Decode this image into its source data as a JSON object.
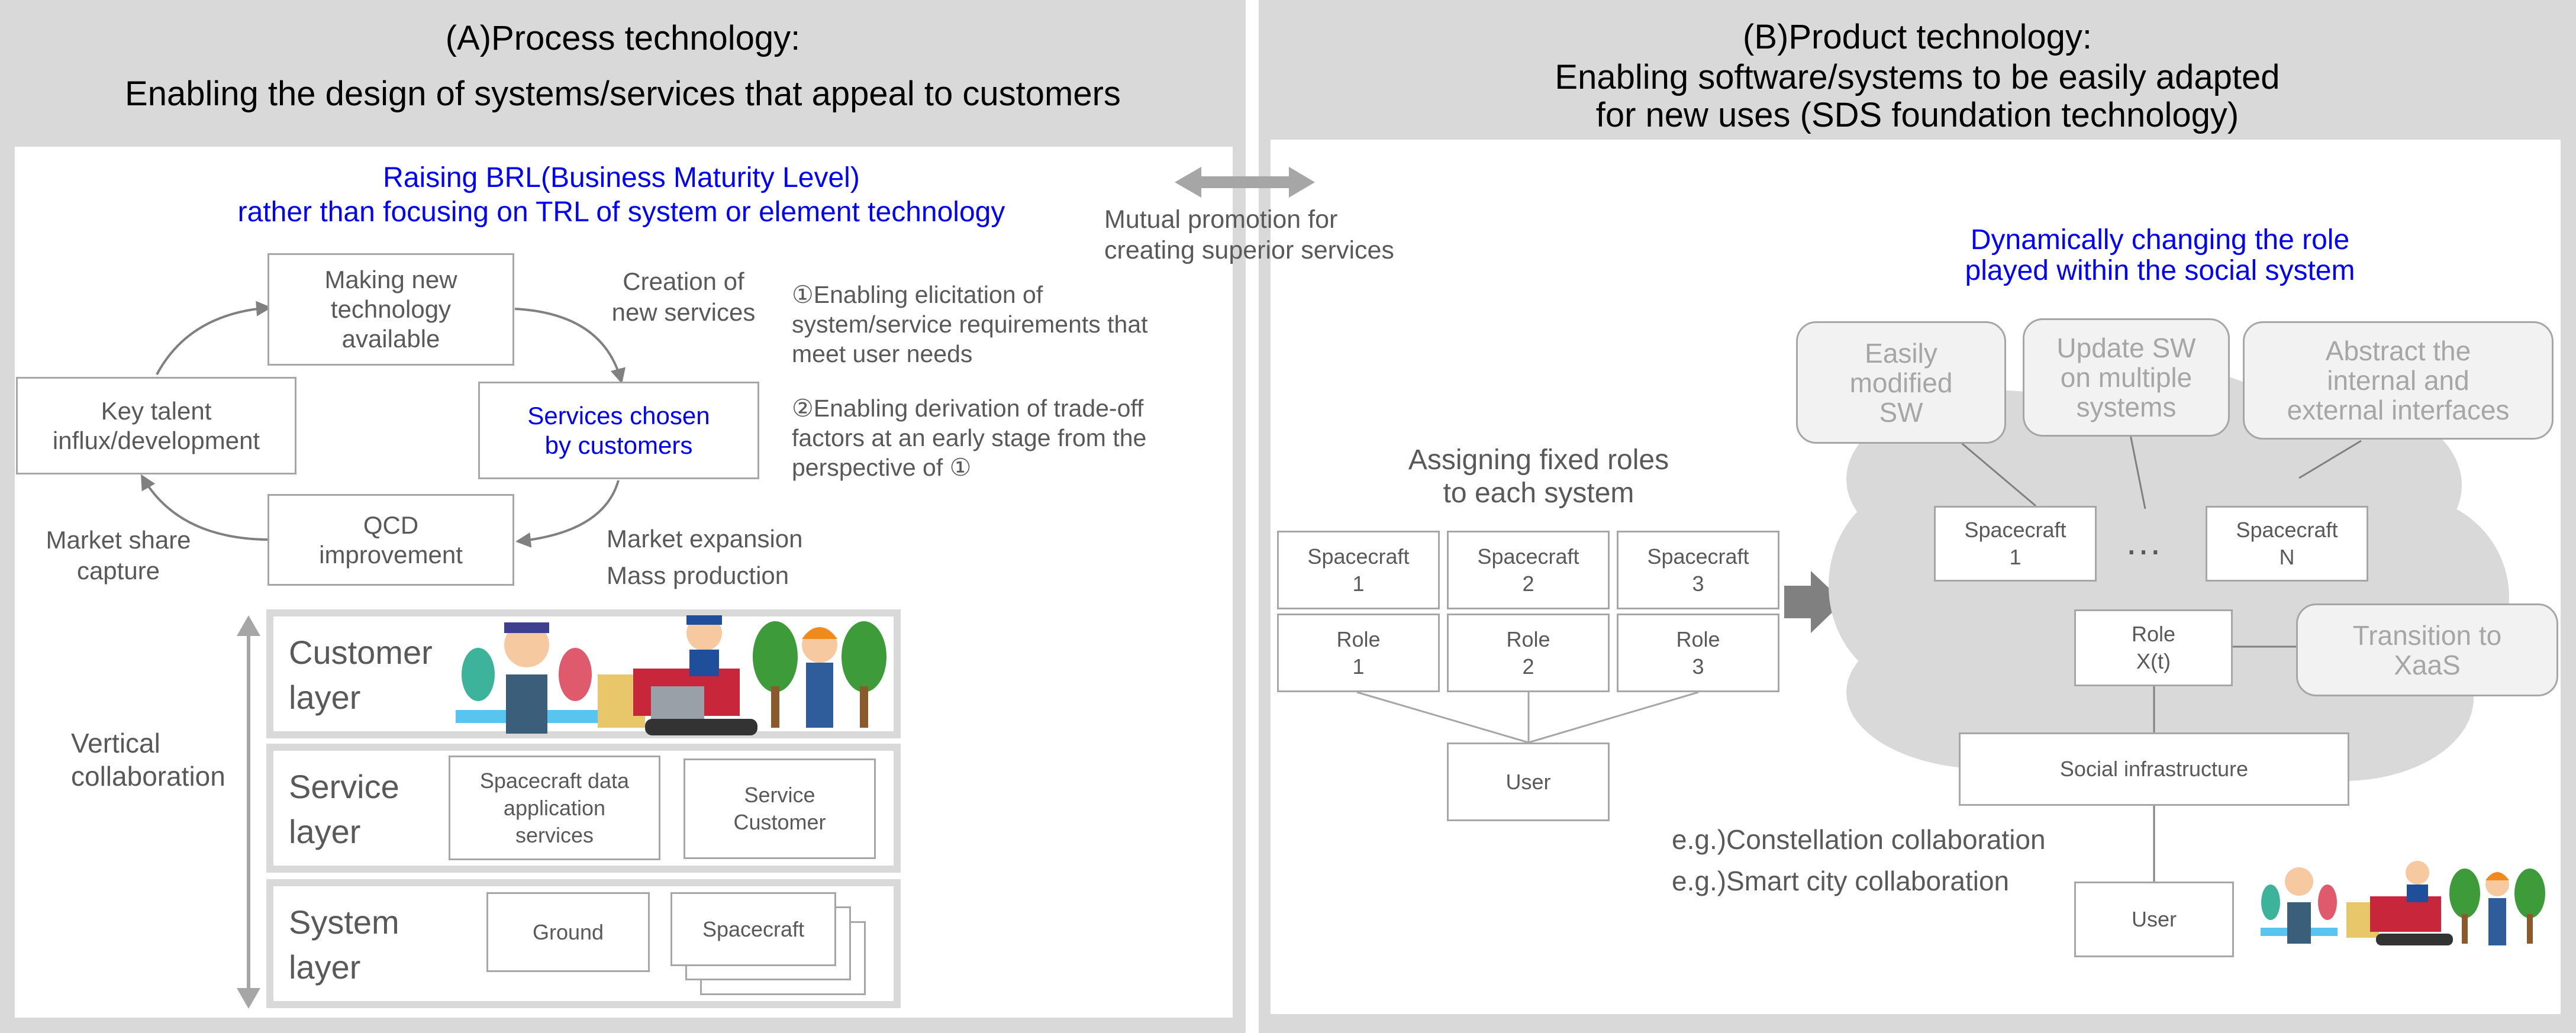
{
  "panel_a": {
    "title_line1": "(A)Process technology:",
    "title_line2": "Enabling the design of systems/services that appeal to customers",
    "brl_line1": "Raising BRL(Business Maturity Level)",
    "brl_line2": "rather than focusing on TRL of system or element technology",
    "cycle": {
      "making_new": [
        "Making new",
        "technology",
        "available"
      ],
      "services_chosen": [
        "Services chosen",
        "by customers"
      ],
      "qcd": [
        "QCD",
        "improvement"
      ],
      "key_talent": [
        "Key talent",
        "influx/development"
      ],
      "creation_label": [
        "Creation of",
        "new services"
      ],
      "market_expansion": [
        "Market expansion",
        "Mass production"
      ],
      "market_share": [
        "Market share",
        "capture"
      ]
    },
    "point1": [
      "①Enabling elicitation of",
      "system/service requirements that",
      "meet user needs"
    ],
    "point2": [
      "②Enabling derivation of trade-off",
      "factors at an early stage from the",
      "perspective of  ①"
    ],
    "vertical_collab": [
      "Vertical",
      "collaboration"
    ],
    "layers": {
      "customer": [
        "Customer",
        "layer"
      ],
      "service": [
        "Service",
        "layer"
      ],
      "system": [
        "System",
        "layer"
      ]
    },
    "service_boxes": {
      "data_app": [
        "Spacecraft data",
        "application",
        "services"
      ],
      "customer": [
        "Service",
        "Customer"
      ]
    },
    "system_boxes": {
      "ground": "Ground",
      "spacecraft": "Spacecraft"
    }
  },
  "mutual": [
    "Mutual promotion for",
    "creating superior services"
  ],
  "panel_b": {
    "title_line1": "(B)Product technology:",
    "title_line2": "Enabling software/systems to be easily adapted",
    "title_line3": "for new uses (SDS foundation technology)",
    "dyn_line1": "Dynamically changing the role",
    "dyn_line2": "played within the social system",
    "assigning": [
      "Assigning fixed roles",
      "to each system"
    ],
    "fixed_spacecraft": [
      [
        "Spacecraft",
        "1"
      ],
      [
        "Spacecraft",
        "2"
      ],
      [
        "Spacecraft",
        "3"
      ]
    ],
    "fixed_roles": [
      [
        "Role",
        "1"
      ],
      [
        "Role",
        "2"
      ],
      [
        "Role",
        "3"
      ]
    ],
    "user": "User",
    "features": {
      "easily": [
        "Easily",
        "modified",
        "SW"
      ],
      "update": [
        "Update SW",
        "on multiple",
        "systems"
      ],
      "abstract": [
        "Abstract the",
        "internal and",
        "external interfaces"
      ],
      "xaas": [
        "Transition to",
        "XaaS"
      ]
    },
    "dyn_spacecraft1": [
      "Spacecraft",
      "1"
    ],
    "dots": "…",
    "dyn_spacecraftN": [
      "Spacecraft",
      "N"
    ],
    "role_x": [
      "Role",
      "X(t)"
    ],
    "social_infra": "Social infrastructure",
    "eg1": "e.g.)Constellation collaboration",
    "eg2": "e.g.)Smart city collaboration",
    "user2": "User"
  }
}
